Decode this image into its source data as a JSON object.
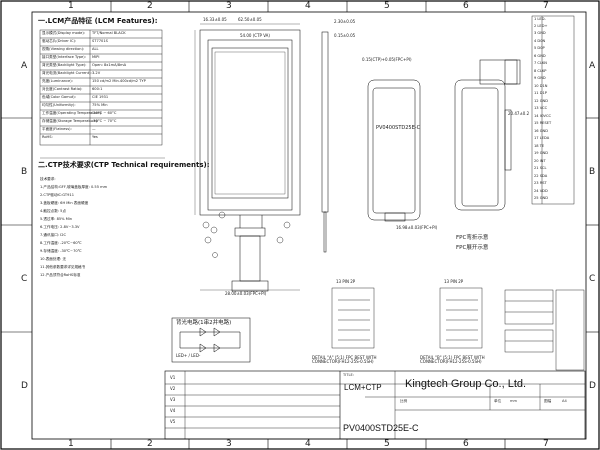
{
  "column_numbers": [
    "1",
    "2",
    "3",
    "4",
    "5",
    "6",
    "7"
  ],
  "row_letters": [
    "A",
    "B",
    "C",
    "D"
  ],
  "lcm_features": {
    "title": "一.LCM产品特征 (LCM Features):",
    "rows": [
      {
        "label": "显示模式(Display mode):",
        "value": "TFT/Normal BLACK"
      },
      {
        "label": "驱动芯片(Driver IC):",
        "value": "ST7701S"
      },
      {
        "label": "视角(Viewing direction):",
        "value": "ALL"
      },
      {
        "label": "接口类型(Interface Type):",
        "value": "MIPI"
      },
      {
        "label": "背光类型(Backlight Type):",
        "value": "Open: 8x1mA/8mA"
      },
      {
        "label": "背光电流(Backlight Current):",
        "value": "3.2V"
      },
      {
        "label": "亮度(Luminance):",
        "value": "150 cd/m2 Min.400cd/m2 TYP"
      },
      {
        "label": "对比度(Contrast Ratio):",
        "value": "600:1"
      },
      {
        "label": "色域(Color Gamut):",
        "value": "CIE 1931"
      },
      {
        "label": "均匀性(Uniformity):",
        "value": "75% Min"
      },
      {
        "label": "工作温度(Operating Temperature):",
        "value": "-20°C ~ 60°C"
      },
      {
        "label": "存储温度(Storage Temperature):",
        "value": "-30°C ~ 70°C"
      },
      {
        "label": "平面度(Flatness):",
        "value": "—"
      },
      {
        "label": "RoHS:",
        "value": "Yes"
      }
    ]
  },
  "ctp_requirements": {
    "title": "二.CTP技术要求(CTP Technical requirements):",
    "subtitle": "技术要求:",
    "lines": [
      "1.产品结构:GFF,玻璃盖板厚度: 0.55 mm",
      "2.CTP驱动IC:GT911",
      "3.盖板硬度: 6H Min 表面硬度",
      "4.触控点数: 5点",
      "5.透过率: 85% Min",
      "6.工作电压: 2.8V~3.3V",
      "7.通讯接口: I2C",
      "8.工作温度: -20℃~60℃",
      "9.存储温度: -30℃~70℃",
      "10.表面处理: 无",
      "11.其他参数要求详见规格书",
      "12.产品须符合RoHS标准"
    ]
  },
  "dimensions": {
    "top_width": "62.50±0.05",
    "top_left": "16.33±0.05",
    "va": "54.00 (CTP VA)",
    "fpc_thick": "0.15±0.05",
    "side_total": "2.30±0.05",
    "ctp_fpc": "0.15(CTP)+0.05(FPC+PI)",
    "fpc_width_bottom": "28.00±0.03(FPC+PI)",
    "right_pad": "20.47±0.2",
    "overall_height": "16.98±0.03(FPC+PI)"
  },
  "labels": {
    "part_on_panel": "PV0400STD25E-C",
    "fpc_fold_note_cn": "FPC弯折示意",
    "fpc_unfold_note_cn": "FPC展开示意",
    "detail_a": "DETAIL \"A\" (5:1) FPC BEST WITH CONNECTOR(FH12-25S-0.5SH)",
    "detail_b": "DETAIL \"B\" (5:1) FPC BEST WITH CONNECTOR(FH12-25S-0.5SH)",
    "pin_a": "13 PIN 2P",
    "pin_b": "13 PIN 2P",
    "backlight_circuit": "背光电路(1串2并电路)",
    "backlight_pins": "LED+ / LED-"
  },
  "pin_table": {
    "rows": [
      "1 LED-",
      "2 LED+",
      "3 GND",
      "4 D0N",
      "5 D0P",
      "6 GND",
      "7 CLKN",
      "8 CLKP",
      "9 GND",
      "10 D1N",
      "11 D1P",
      "12 GND",
      "13 VCC",
      "14 IOVCC",
      "15 RESET",
      "16 GND",
      "17 LEDA",
      "18 TE",
      "19 GND",
      "20 INT",
      "21 SCL",
      "22 SDA",
      "23 RST",
      "24 VDD",
      "25 GND"
    ]
  },
  "revision_rows": [
    {
      "rev": "V1",
      "desc": ""
    },
    {
      "rev": "V2",
      "desc": ""
    },
    {
      "rev": "V3",
      "desc": ""
    },
    {
      "rev": "V4",
      "desc": ""
    },
    {
      "rev": "V5",
      "desc": ""
    }
  ],
  "title_block": {
    "title_label": "TITLE:",
    "product": "LCM+CTP",
    "company": "Kingtech Group Co., Ltd.",
    "part_number": "PV0400STD25E-C",
    "scale_label": "比例",
    "unit_label": "单位",
    "unit_value": "mm",
    "sheet_label": "图幅",
    "sheet_value": "A4"
  }
}
